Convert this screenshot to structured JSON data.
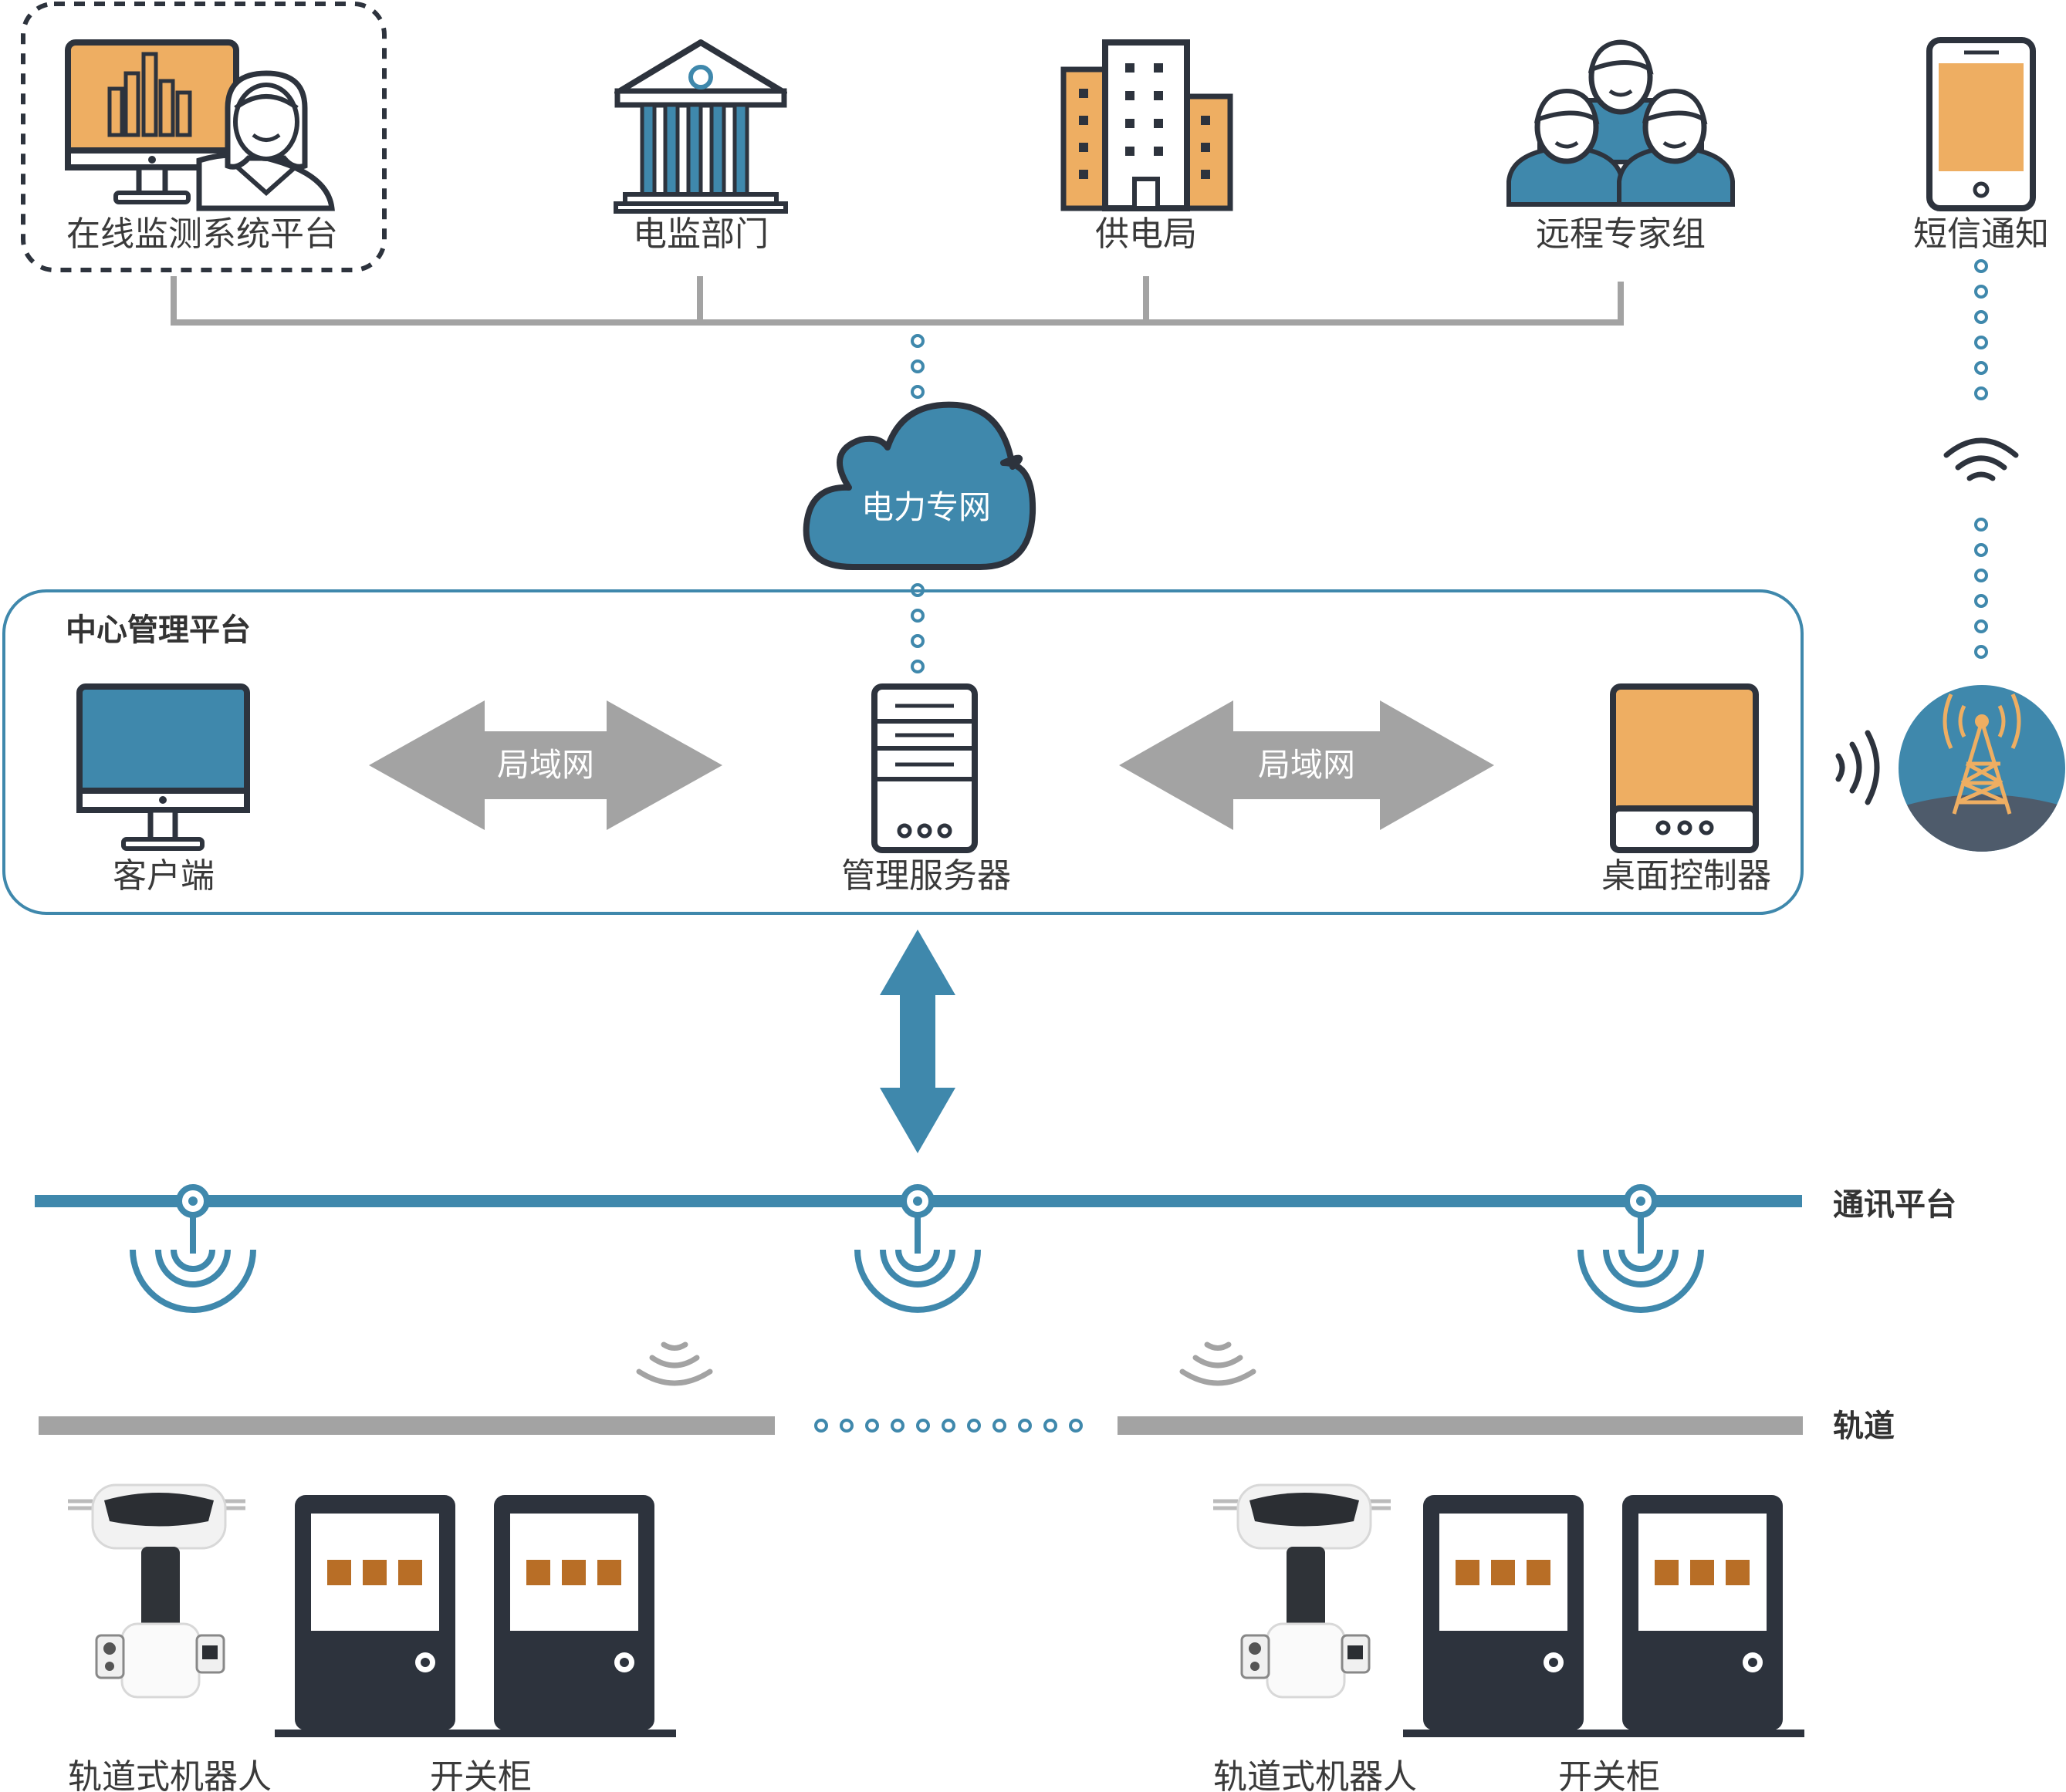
{
  "colors": {
    "blue": "#3f88ac",
    "orange": "#eeae62",
    "dark": "#2d333d",
    "gray": "#a3a3a3",
    "brown": "#b86e26"
  },
  "top": {
    "platform_label": "在线监测系统平台",
    "dept_label": "电监部门",
    "bureau_label": "供电局",
    "experts_label": "远程专家组",
    "sms_label": "短信通知"
  },
  "cloud": {
    "label": "电力专网"
  },
  "center": {
    "title": "中心管理平台",
    "client_label": "客户端",
    "lan_left": "局域网",
    "server_label": "管理服务器",
    "lan_right": "局域网",
    "controller_label": "桌面控制器"
  },
  "comm": {
    "label": "通讯平台"
  },
  "rail": {
    "label": "轨道"
  },
  "bottom": {
    "robot_left": "轨道式机器人",
    "cabinet_left": "开关柜",
    "robot_right": "轨道式机器人",
    "cabinet_right": "开关柜"
  }
}
